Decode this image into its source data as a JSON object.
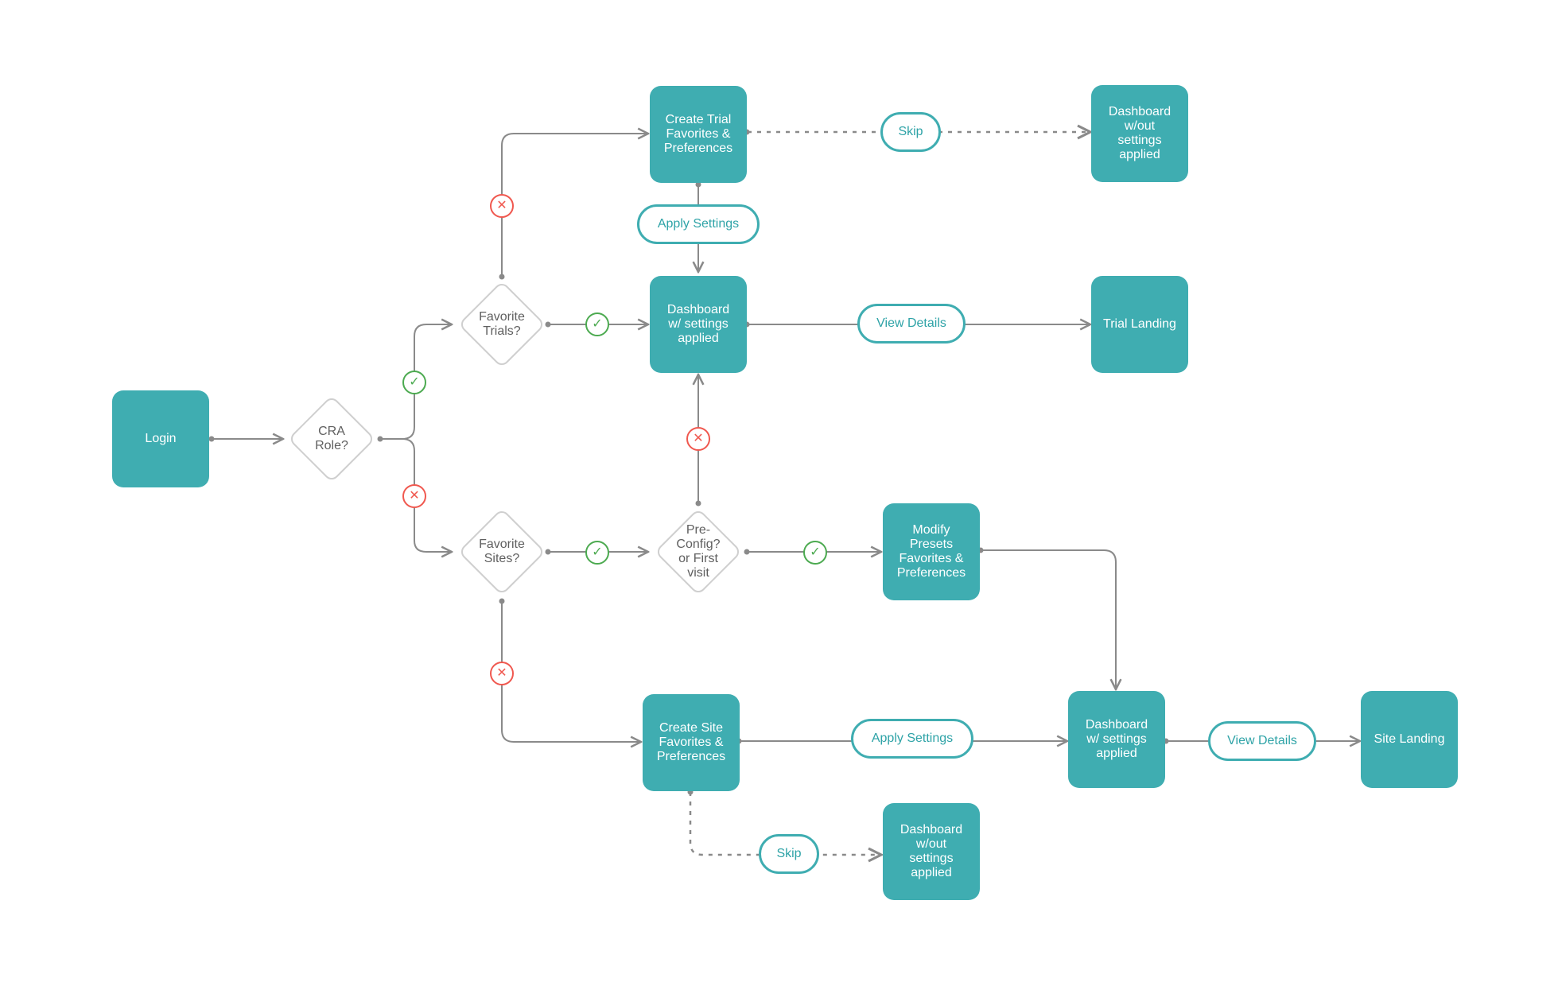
{
  "colors": {
    "node_fill": "#3fadb1",
    "pill_text": "#2ea3a7",
    "connector": "#8a8a8a",
    "yes_green": "#4caa50",
    "no_red": "#f0584f"
  },
  "icons": {
    "yes": "checkmark-icon",
    "no": "x-icon",
    "yes_glyph": "✓",
    "no_glyph": "✕"
  },
  "nodes": {
    "login": "Login",
    "cra_role": "CRA\nRole?",
    "favorite_trials": "Favorite\nTrials?",
    "create_trial_favorites": "Create Trial\nFavorites &\nPreferences",
    "skip_trial": "Skip",
    "dashboard_without_trial": "Dashboard\nw/out\nsettings\napplied",
    "apply_settings_trial": "Apply Settings",
    "dashboard_with_settings_trial": "Dashboard\nw/ settings\napplied",
    "view_details_trial": "View Details",
    "trial_landing": "Trial Landing",
    "favorite_sites": "Favorite\nSites?",
    "preconfig_first_visit": "Pre-\nConfig?\nor First\nvisit",
    "modify_presets": "Modify\nPresets\nFavorites &\nPreferences",
    "create_site_favorites": "Create Site\nFavorites &\nPreferences",
    "apply_settings_site": "Apply Settings",
    "dashboard_with_settings_site": "Dashboard\nw/ settings\napplied",
    "view_details_site": "View Details",
    "site_landing": "Site Landing",
    "skip_site": "Skip",
    "dashboard_without_site": "Dashboard\nw/out\nsettings\napplied"
  }
}
